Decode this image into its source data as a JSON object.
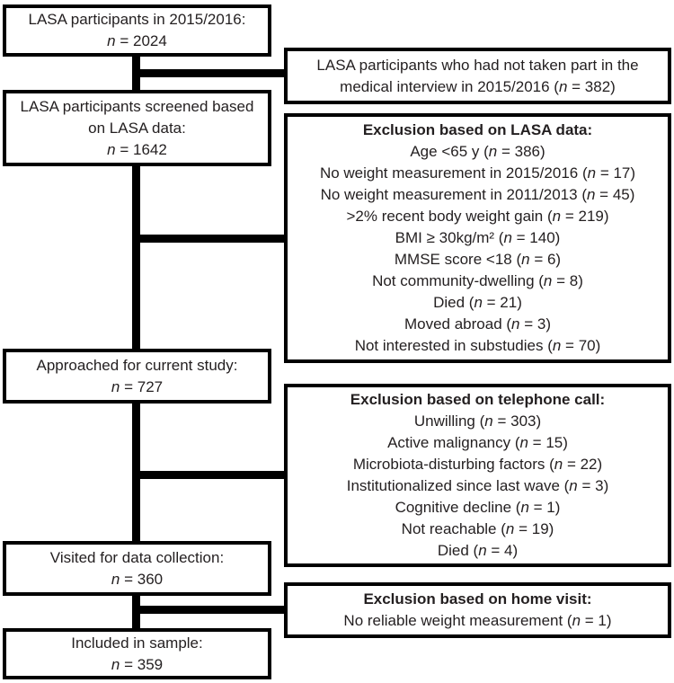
{
  "colors": {
    "background": "#ffffff",
    "border": "#000000",
    "connector": "#000000",
    "text": "#231f20"
  },
  "main_flow": [
    {
      "label": "LASA participants in 2015/2016:",
      "n_it": "n",
      "n_rest": " = 2024"
    },
    {
      "label": "LASA participants screened based on LASA data:",
      "n_it": "n",
      "n_rest": " = 1642"
    },
    {
      "label": "Approached for current study:",
      "n_it": "n",
      "n_rest": " = 727"
    },
    {
      "label": "Visited for data collection:",
      "n_it": "n",
      "n_rest": " = 360"
    },
    {
      "label": "Included in sample:",
      "n_it": "n",
      "n_rest": " = 359"
    }
  ],
  "side_boxes": [
    {
      "title": "",
      "items": [
        {
          "pre": "LASA participants who had not taken part in the medical interview in 2015/2016 (",
          "it": "n",
          "post": " = 382)"
        }
      ]
    },
    {
      "title": "Exclusion based on LASA data:",
      "items": [
        {
          "pre": "Age <65 y (",
          "it": "n",
          "post": " = 386)"
        },
        {
          "pre": "No weight measurement in 2015/2016 (",
          "it": "n",
          "post": " = 17)"
        },
        {
          "pre": "No weight measurement in 2011/2013 (",
          "it": "n",
          "post": " = 45)"
        },
        {
          "pre": ">2% recent body weight gain (",
          "it": "n",
          "post": " = 219)"
        },
        {
          "pre": "BMI ≥ 30kg/m² (",
          "it": "n",
          "post": " = 140)"
        },
        {
          "pre": "MMSE score <18 (",
          "it": "n",
          "post": " = 6)"
        },
        {
          "pre": "Not community-dwelling (",
          "it": "n",
          "post": " = 8)"
        },
        {
          "pre": "Died (",
          "it": "n",
          "post": " = 21)"
        },
        {
          "pre": "Moved abroad (",
          "it": "n",
          "post": " = 3)"
        },
        {
          "pre": "Not interested in substudies (",
          "it": "n",
          "post": " = 70)"
        }
      ]
    },
    {
      "title": "Exclusion based on telephone call:",
      "items": [
        {
          "pre": "Unwilling (",
          "it": "n",
          "post": " = 303)"
        },
        {
          "pre": "Active malignancy (",
          "it": "n",
          "post": " = 15)"
        },
        {
          "pre": "Microbiota-disturbing factors (",
          "it": "n",
          "post": " = 22)"
        },
        {
          "pre": "Institutionalized since last wave (",
          "it": "n",
          "post": " = 3)"
        },
        {
          "pre": "Cognitive decline (",
          "it": "n",
          "post": " = 1)"
        },
        {
          "pre": "Not reachable (",
          "it": "n",
          "post": " = 19)"
        },
        {
          "pre": "Died (",
          "it": "n",
          "post": " = 4)"
        }
      ]
    },
    {
      "title": "Exclusion based on home visit:",
      "items": [
        {
          "pre": "No reliable weight measurement (",
          "it": "n",
          "post": " = 1)"
        }
      ]
    }
  ]
}
